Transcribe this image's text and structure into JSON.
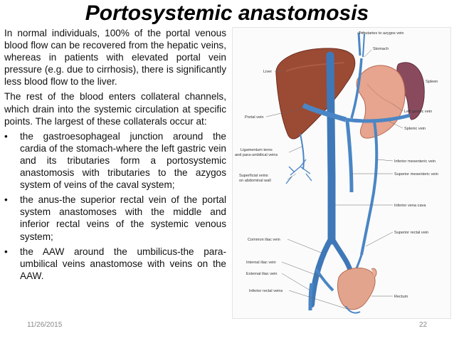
{
  "slide": {
    "title": "Portosystemic anastomosis",
    "intro": "In normal individuals, 100% of the portal venous blood flow can be recovered from the hepatic veins, whereas in patients with elevated portal vein pressure (e.g. due to cirrhosis), there is significantly less blood flow to the liver.",
    "para2": "The rest of the blood enters collateral channels, which drain into the systemic circulation at specific points. The largest of these collaterals occur at:",
    "bullets": [
      "the gastroesophageal junction around the cardia of the stomach-where the left gastric vein and its tributaries form a portosystemic anastomosis with tributaries to the azygos system of veins of the caval system;",
      "the anus-the superior rectal vein of the portal system anastomoses with the middle and inferior rectal veins of the systemic venous system;",
      "the AAW around the umbilicus-the para-umbilical veins anastomose with veins on the AAW."
    ],
    "bullet_symbol": "•",
    "date": "11/26/2015",
    "page_number": "22"
  },
  "figure": {
    "labels": {
      "azygos": "Tributaries to azygos vein",
      "stomach": "Stomach",
      "liver": "Liver",
      "spleen": "Spleen",
      "portal": "Portal vein",
      "left_gastric": "Left gastric vein",
      "splenic": "Splenic vein",
      "ligamentum1": "Ligamentum teres",
      "ligamentum2": "and para-umbilical veins",
      "inf_mesenteric": "Inferior mesenteric vein",
      "superficial1": "Superficial veins",
      "superficial2": "on abdominal wall",
      "sup_mesenteric": "Superior mesenteric vein",
      "ivc": "Inferior vena cava",
      "sup_rectal": "Superior rectal vein",
      "common_iliac": "Common iliac vein",
      "internal_iliac": "Internal iliac vein",
      "external_iliac": "External iliac vein",
      "inf_rectal": "Inferior rectal veins",
      "rectum": "Rectum"
    },
    "colors": {
      "vein": "#4a86c5",
      "liver": "#9b4a34",
      "stomach": "#e7a48e",
      "spleen": "#8a4a5e",
      "rectum": "#e3a48e"
    }
  }
}
